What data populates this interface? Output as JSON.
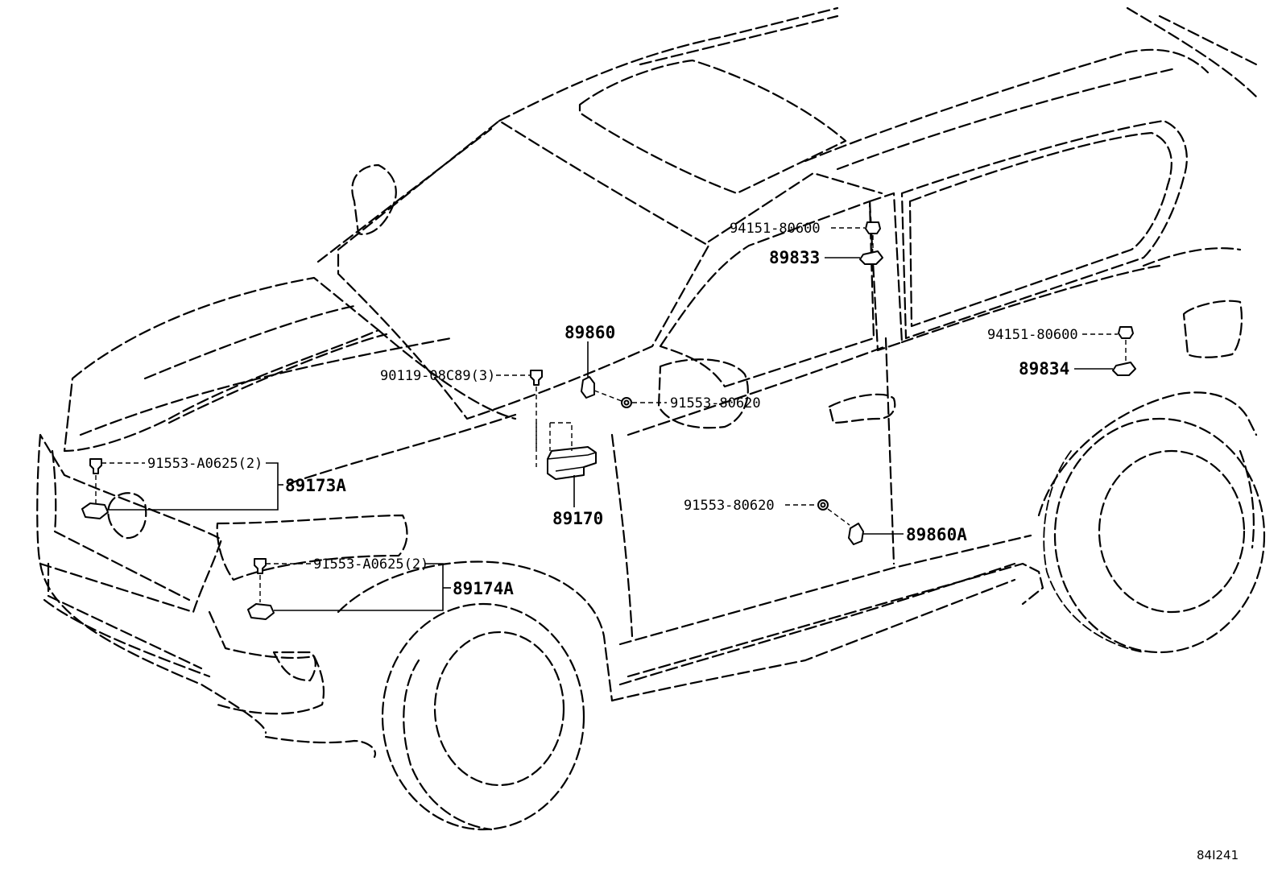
{
  "callouts": {
    "bolt_90119": "90119-08C89(3)",
    "sensor_89860": "89860",
    "nut_91553_upper": "91553-80620",
    "ecu_89170": "89170",
    "bolt_91553_front_upper": "91553-A0625(2)",
    "sensor_89173A": "89173A",
    "bolt_91553_front_lower": "91553-A0625(2)",
    "sensor_89174A": "89174A",
    "nut_94151_pillar": "94151-80600",
    "sensor_89833": "89833",
    "nut_94151_rear": "94151-80600",
    "sensor_89834": "89834",
    "nut_91553_door": "91553-80620",
    "sensor_89860A": "89860A"
  },
  "diagram_code": "84I241"
}
